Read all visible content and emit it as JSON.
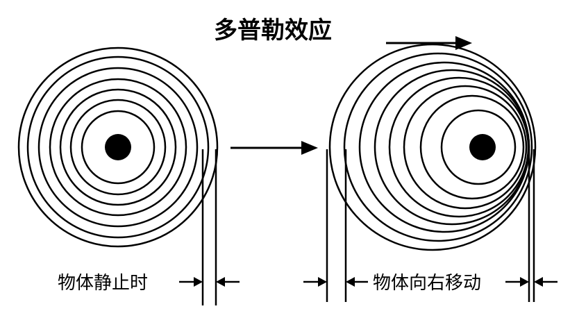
{
  "title": "多普勒效应",
  "labels": {
    "stationary": "物体静止时",
    "moving": "物体向右移动"
  },
  "colors": {
    "stroke": "#000000",
    "background": "#ffffff"
  }
}
